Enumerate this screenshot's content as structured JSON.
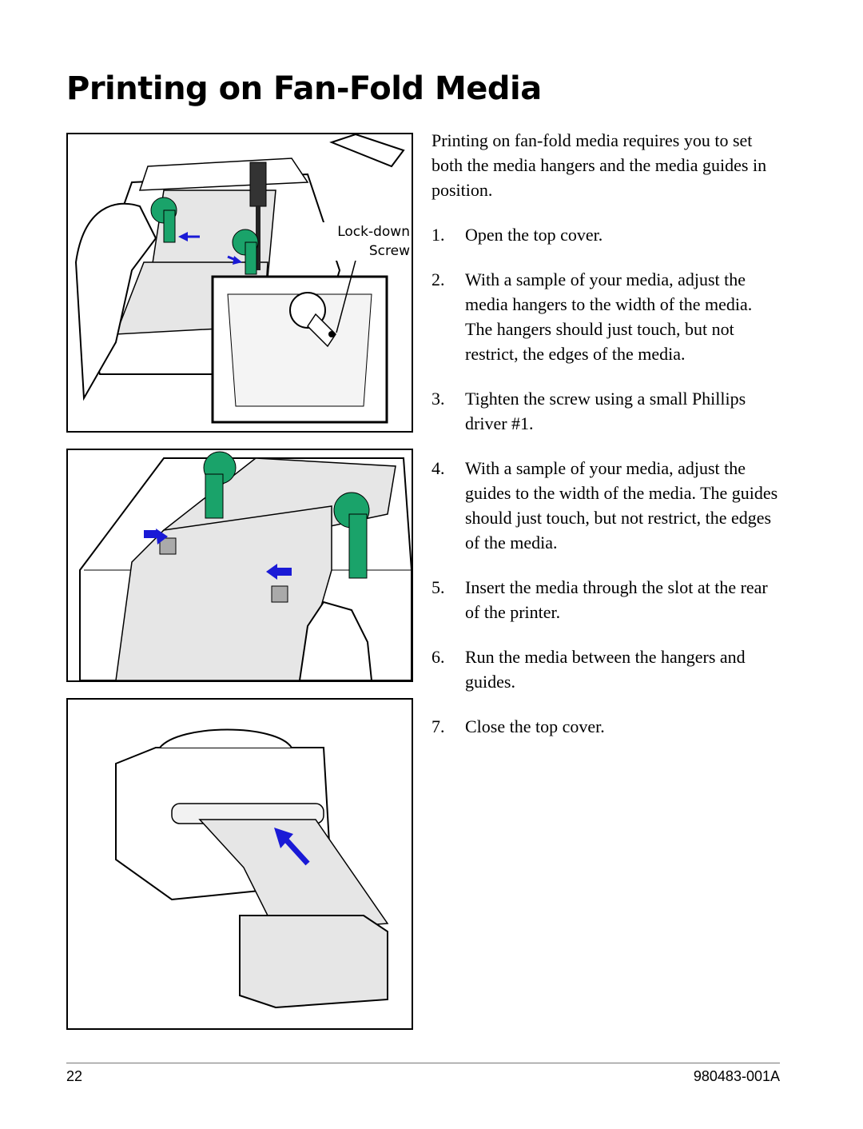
{
  "page": {
    "title": "Printing on Fan-Fold Media",
    "callout_label_line1": "Lock-down",
    "callout_label_line2": "Screw",
    "intro": "Printing on fan-fold media requires you to set both the media hangers and the media guides in position.",
    "steps": [
      {
        "num": "1.",
        "text": "Open the top cover."
      },
      {
        "num": "2.",
        "text": "With a sample of your media, adjust the media hangers to the width of the media. The hangers should just touch, but not restrict, the edges of the media."
      },
      {
        "num": "3.",
        "text": "Tighten the screw using a small Phillips driver #1."
      },
      {
        "num": "4.",
        "text": "With a sample of your media, adjust the guides to the width of the media. The guides should just touch, but not restrict, the edges of the media."
      },
      {
        "num": "5.",
        "text": "Insert the media through the slot at the rear of the printer."
      },
      {
        "num": "6.",
        "text": "Run the media between the hangers and guides."
      },
      {
        "num": "7.",
        "text": "Close the top cover."
      }
    ],
    "page_number": "22",
    "doc_number": "980483-001A"
  },
  "colors": {
    "hanger_green": "#1aa36a",
    "arrow_blue": "#1a1ad6",
    "media_gray": "#e6e6e6"
  }
}
